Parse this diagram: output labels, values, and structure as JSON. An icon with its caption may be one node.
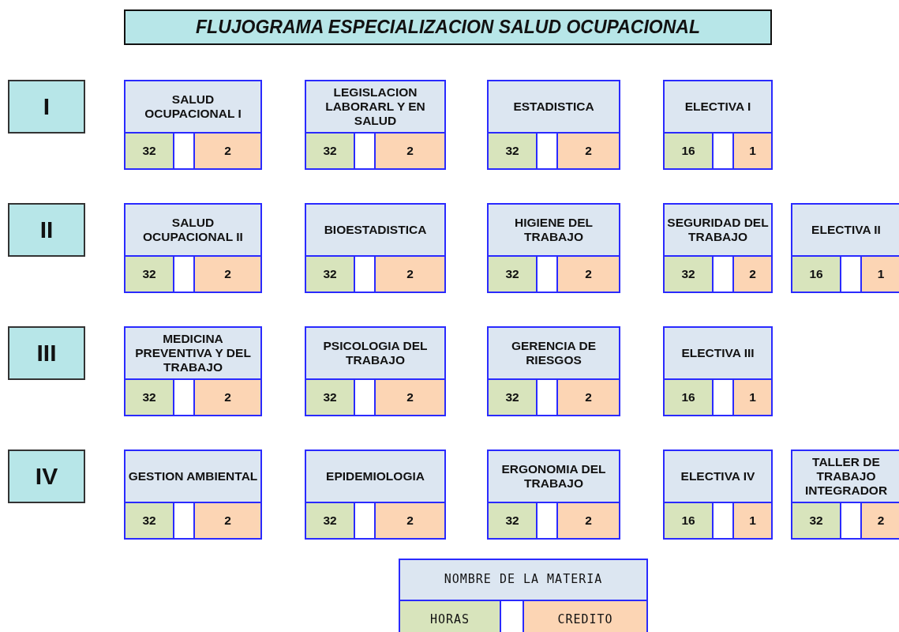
{
  "diagram": {
    "title": "FLUJOGRAMA ESPECIALIZACION SALUD OCUPACIONAL",
    "nodes": [
      {
        "text": [
          "I"
        ]
      },
      {
        "text": [
          "SALUD OCUPACIONAL I",
          "32",
          "2"
        ]
      },
      {
        "text": [
          "LEGISLACION LABORARL Y EN SALUD",
          "32",
          "2"
        ]
      },
      {
        "text": [
          "ESTADISTICA",
          "32",
          "2"
        ]
      },
      {
        "text": [
          "ELECTIVA I",
          "16",
          "1"
        ]
      },
      {
        "text": [
          "II"
        ]
      },
      {
        "text": [
          "SALUD OCUPACIONAL II",
          "32",
          "2"
        ]
      },
      {
        "text": [
          "BIOESTADISTICA",
          "32",
          "2"
        ]
      },
      {
        "text": [
          "HIGIENE DEL TRABAJO",
          "32",
          "2"
        ]
      },
      {
        "text": [
          "SEGURIDAD DEL TRABAJO",
          "32",
          "2"
        ]
      },
      {
        "text": [
          "ELECTIVA II",
          "16",
          "1"
        ]
      },
      {
        "text": [
          "III"
        ]
      },
      {
        "text": [
          "MEDICINA PREVENTIVA Y DEL TRABAJO",
          "32",
          "2"
        ]
      },
      {
        "text": [
          "PSICOLOGIA DEL TRABAJO",
          "32",
          "2"
        ]
      },
      {
        "text": [
          "GERENCIA DE RIESGOS",
          "32",
          "2"
        ]
      },
      {
        "text": [
          "ELECTIVA III",
          "16",
          "1"
        ]
      },
      {
        "text": [
          "IV"
        ]
      },
      {
        "text": [
          "GESTION AMBIENTAL",
          "32",
          "2"
        ]
      },
      {
        "text": [
          "EPIDEMIOLOGIA",
          "32",
          "2"
        ]
      },
      {
        "text": [
          "ERGONOMIA DEL TRABAJO",
          "32",
          "2"
        ]
      },
      {
        "text": [
          "ELECTIVA IV",
          "16",
          "1"
        ]
      },
      {
        "text": [
          "TALLER DE TRABAJO INTEGRADOR",
          "32",
          "2"
        ]
      }
    ],
    "edges": [],
    "legend": [
      {
        "text": "NOMBRE DE LA MATERIA",
        "color": "#dce6f1"
      },
      {
        "text": "HORAS",
        "color": "#d8e4bc"
      },
      {
        "text": "CREDITO",
        "color": "#fcd5b4"
      }
    ]
  }
}
